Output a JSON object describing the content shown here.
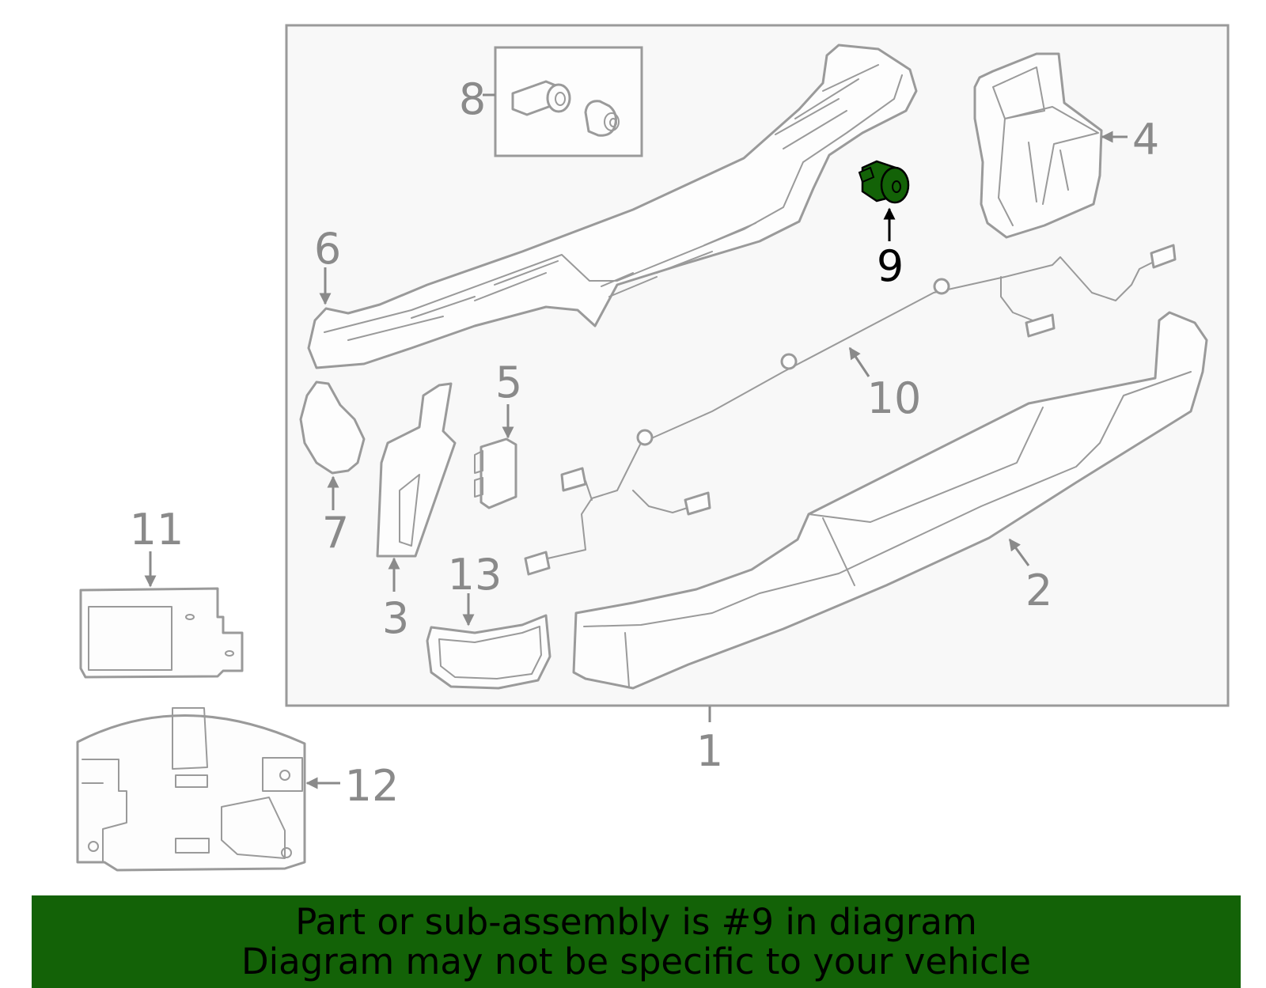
{
  "diagram": {
    "callouts": [
      "1",
      "2",
      "3",
      "4",
      "5",
      "6",
      "7",
      "8",
      "9",
      "10",
      "11",
      "12",
      "13"
    ],
    "highlighted_part": "9",
    "highlight_color": "#136207",
    "frame_fill": "#f8f8f8",
    "line_color": "#9a9a9a"
  },
  "banner": {
    "line1": "Part or sub-assembly is #9 in diagram",
    "line2": "Diagram may not be specific to your vehicle",
    "background": "#136207"
  }
}
